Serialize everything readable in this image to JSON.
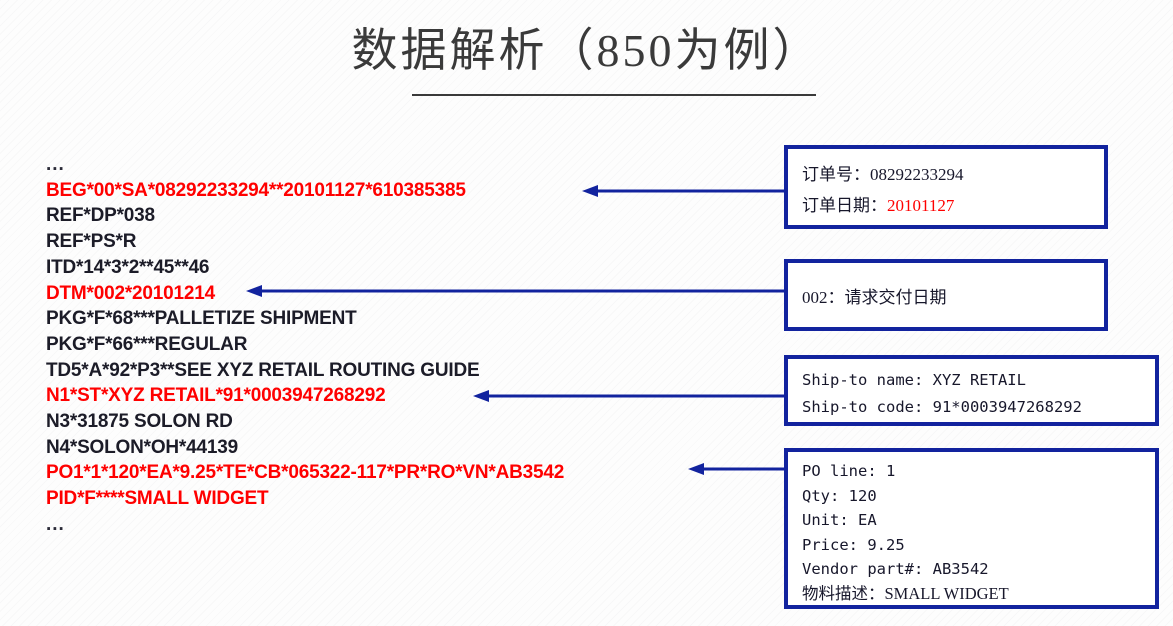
{
  "slide": {
    "title": "数据解析（850为例）"
  },
  "edi": {
    "lines": [
      {
        "text": "...",
        "color": "dark",
        "style": "ellipsis"
      },
      {
        "text": "BEG*00*SA*08292233294**20101127*610385385",
        "color": "red"
      },
      {
        "text": "REF*DP*038",
        "color": "dark"
      },
      {
        "text": "REF*PS*R",
        "color": "dark"
      },
      {
        "text": "ITD*14*3*2**45**46",
        "color": "dark"
      },
      {
        "text": "DTM*002*20101214",
        "color": "red"
      },
      {
        "text": "PKG*F*68***PALLETIZE SHIPMENT",
        "color": "dark"
      },
      {
        "text": "PKG*F*66***REGULAR",
        "color": "dark"
      },
      {
        "text": "TD5*A*92*P3**SEE XYZ RETAIL ROUTING GUIDE",
        "color": "dark"
      },
      {
        "text": "N1*ST*XYZ RETAIL*91*0003947268292",
        "color": "red"
      },
      {
        "text": "N3*31875 SOLON RD",
        "color": "dark"
      },
      {
        "text": "N4*SOLON*OH*44139",
        "color": "dark"
      },
      {
        "text": "PO1*1*120*EA*9.25*TE*CB*065322-117*PR*RO*VN*AB3542",
        "color": "red"
      },
      {
        "text": "PID*F****SMALL WIDGET",
        "color": "red"
      },
      {
        "text": "...",
        "color": "dark",
        "style": "ellipsis"
      }
    ]
  },
  "callouts": {
    "order": {
      "line1_label": "订单号：08292233294",
      "line2_label": "订单日期：",
      "line2_value": "20101127"
    },
    "dtm": {
      "line1": "002：请求交付日期"
    },
    "shipto": {
      "line1": "Ship-to name: XYZ RETAIL",
      "line2": "Ship-to code: 91*0003947268292"
    },
    "poline": {
      "line1": "PO line: 1",
      "line2": "Qty: 120",
      "line3": "Unit: EA",
      "line4": "Price: 9.25",
      "line5": "Vendor part#: AB3542",
      "line6": "物料描述：SMALL WIDGET"
    }
  },
  "colors": {
    "accent_blue": "#12239e",
    "highlight_red": "#ff0000",
    "text_dark": "#1c1c28"
  }
}
